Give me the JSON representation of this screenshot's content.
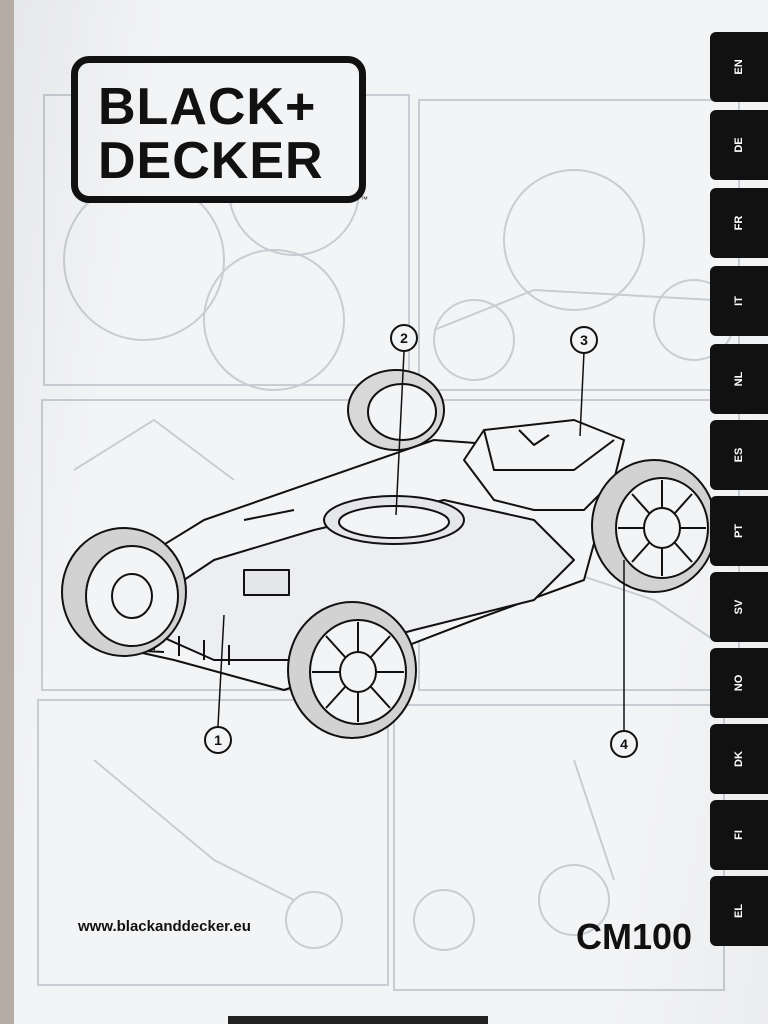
{
  "brand": {
    "line1": "BLACK+",
    "line2": "DECKER",
    "trademark": "™"
  },
  "callouts": [
    "1",
    "2",
    "3",
    "4"
  ],
  "language_tabs": [
    "EN",
    "DE",
    "FR",
    "IT",
    "NL",
    "ES",
    "PT",
    "SV",
    "NO",
    "DK",
    "FI",
    "EL"
  ],
  "footer": {
    "website": "www.blackanddecker.eu",
    "model": "CM100"
  },
  "colors": {
    "ink": "#111111",
    "paper": "#f3f4f6",
    "ghost_line": "#c9ccd2",
    "tab_bg": "#111111",
    "tab_text": "#ffffff"
  }
}
